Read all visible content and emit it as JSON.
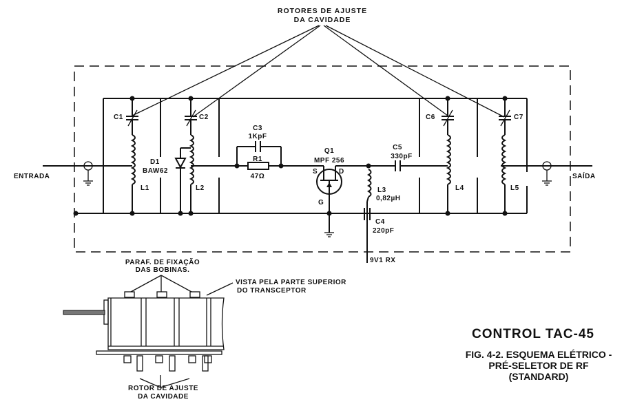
{
  "diagram": {
    "header_note": {
      "line1": "ROTORES  DE  AJUSTE",
      "line2": "DA  CAVIDADE"
    },
    "connectors": {
      "input": "ENTRADA",
      "output": "SAÍDA",
      "supply": "9V1 RX"
    },
    "components": {
      "c1": "C1",
      "c2": "C2",
      "c3": {
        "ref": "C3",
        "value": "1KpF"
      },
      "c4": {
        "ref": "C4",
        "value": "220pF"
      },
      "c5": {
        "ref": "C5",
        "value": "330pF"
      },
      "c6": "C6",
      "c7": "C7",
      "d1": {
        "ref": "D1",
        "value": "BAW62"
      },
      "r1": {
        "ref": "R1",
        "value": "47Ω"
      },
      "q1": {
        "ref": "Q1",
        "value": "MPF 256",
        "pins": {
          "s": "S",
          "d": "D",
          "g": "G"
        }
      },
      "l1": "L1",
      "l2": "L2",
      "l3": {
        "ref": "L3",
        "value": "0,82µH"
      },
      "l4": "L4",
      "l5": "L5"
    },
    "mechanical_view": {
      "screws_label_line1": "PARAF. DE FIXAÇÃO",
      "screws_label_line2": "DAS  BOBINAS.",
      "view_label_line1": "VISTA  PELA  PARTE  SUPERIOR",
      "view_label_line2": "DO TRANSCEPTOR",
      "rotor_label_line1": "ROTOR  DE  AJUSTE",
      "rotor_label_line2": "DA   CAVIDADE"
    },
    "title_block": {
      "product": "CONTROL  TAC-45",
      "caption_line1": "FIG. 4-2. ESQUEMA ELÉTRICO -",
      "caption_line2": "PRÉ-SELETOR DE RF",
      "caption_line3": "(STANDARD)"
    }
  }
}
